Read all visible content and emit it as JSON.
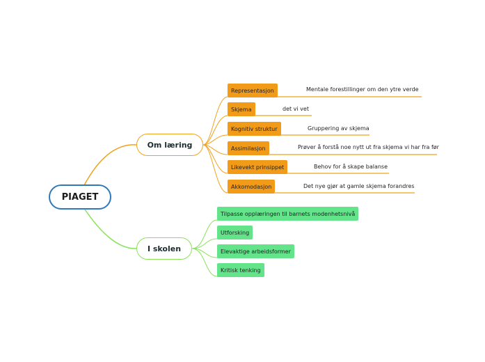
{
  "root": {
    "label": "PIAGET"
  },
  "branches": [
    {
      "label": "Om læring",
      "children": [
        {
          "label": "Representasjon",
          "note": "Mentale forestillinger om den ytre verde"
        },
        {
          "label": "Skjema",
          "note": "det vi vet"
        },
        {
          "label": "Kognitiv struktur",
          "note": "Gruppering av skjema"
        },
        {
          "label": "Assimilasjon",
          "note": "Prøver å forstå noe nytt ut fra skjema vi har fra før"
        },
        {
          "label": "Likevekt prinsippet",
          "note": "Behov for å skape balanse"
        },
        {
          "label": "Akkomodasjon",
          "note": "Det nye gjør at gamle skjema forandres"
        }
      ]
    },
    {
      "label": "I skolen",
      "children": [
        {
          "label": "Tilpasse opplæringen til barnets modenhetsnivå"
        },
        {
          "label": "Utforsking"
        },
        {
          "label": "Elevaktige arbeidsformer"
        },
        {
          "label": "Kritisk tenking"
        }
      ]
    }
  ],
  "colors": {
    "root": "#2f79b9",
    "branch1": "#f0a21d",
    "leaf1": "#f29b19",
    "branch2": "#88e35a",
    "leaf2": "#63e38a"
  }
}
